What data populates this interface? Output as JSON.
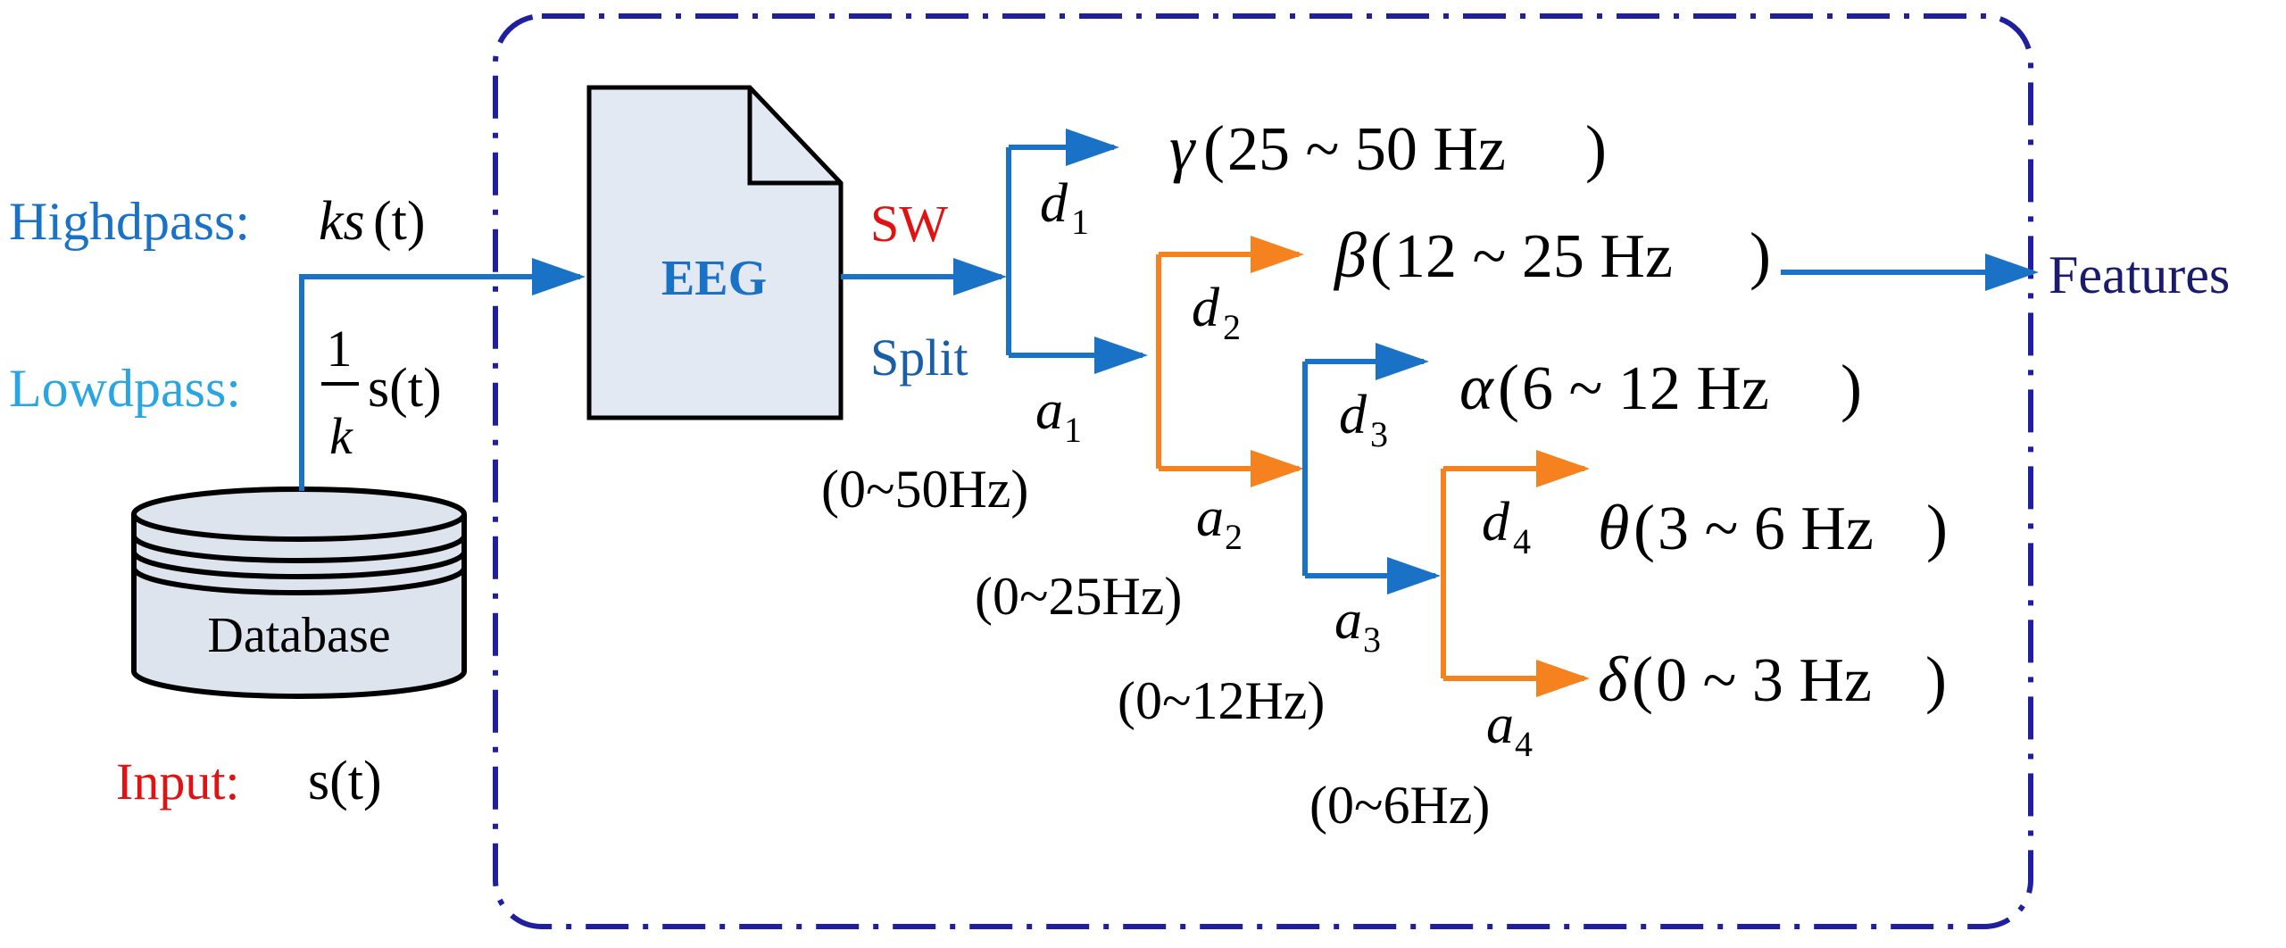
{
  "colors": {
    "frame": "#1F1FA0",
    "blue_arrow": "#1A72C7",
    "orange_arrow": "#F5821F",
    "high_label": "#1A72C7",
    "low_label": "#2AA5E4",
    "red_label": "#E01212",
    "split_label": "#1A5EA8",
    "features_label": "#1A1A6E",
    "eeg_fill": "#E3E9F2",
    "db_fill": "#DDE4EE",
    "text": "#000000"
  },
  "input": {
    "label": "Input:",
    "signal": "s(t)"
  },
  "database": {
    "label": "Database"
  },
  "highpass": {
    "label": "Highdpass:",
    "factor": "ks",
    "arg": "(t)"
  },
  "lowpass": {
    "label": "Lowdpass:",
    "numerator": "1",
    "denominator": "k",
    "signal": "s(t)"
  },
  "eeg": {
    "label": "EEG"
  },
  "sw_split": {
    "sw": "SW",
    "split": "Split"
  },
  "features": {
    "label": "Features"
  },
  "levels": [
    {
      "d": "d",
      "d_sub": "1",
      "a": "a",
      "a_sub": "1",
      "a_range": "(0~50Hz)"
    },
    {
      "d": "d",
      "d_sub": "2",
      "a": "a",
      "a_sub": "2",
      "a_range": "(0~25Hz)"
    },
    {
      "d": "d",
      "d_sub": "3",
      "a": "a",
      "a_sub": "3",
      "a_range": "(0~12Hz)"
    },
    {
      "d": "d",
      "d_sub": "4",
      "a": "a",
      "a_sub": "4",
      "a_range": "(0~6Hz)"
    }
  ],
  "bands": [
    {
      "symbol": "γ",
      "range": "25 ~ 50 Hz"
    },
    {
      "symbol": "β",
      "range": "12 ~ 25 Hz"
    },
    {
      "symbol": "α",
      "range": "6 ~ 12 Hz"
    },
    {
      "symbol": "θ",
      "range": "3 ~ 6 Hz"
    },
    {
      "symbol": "δ",
      "range": "0 ~ 3 Hz"
    }
  ]
}
